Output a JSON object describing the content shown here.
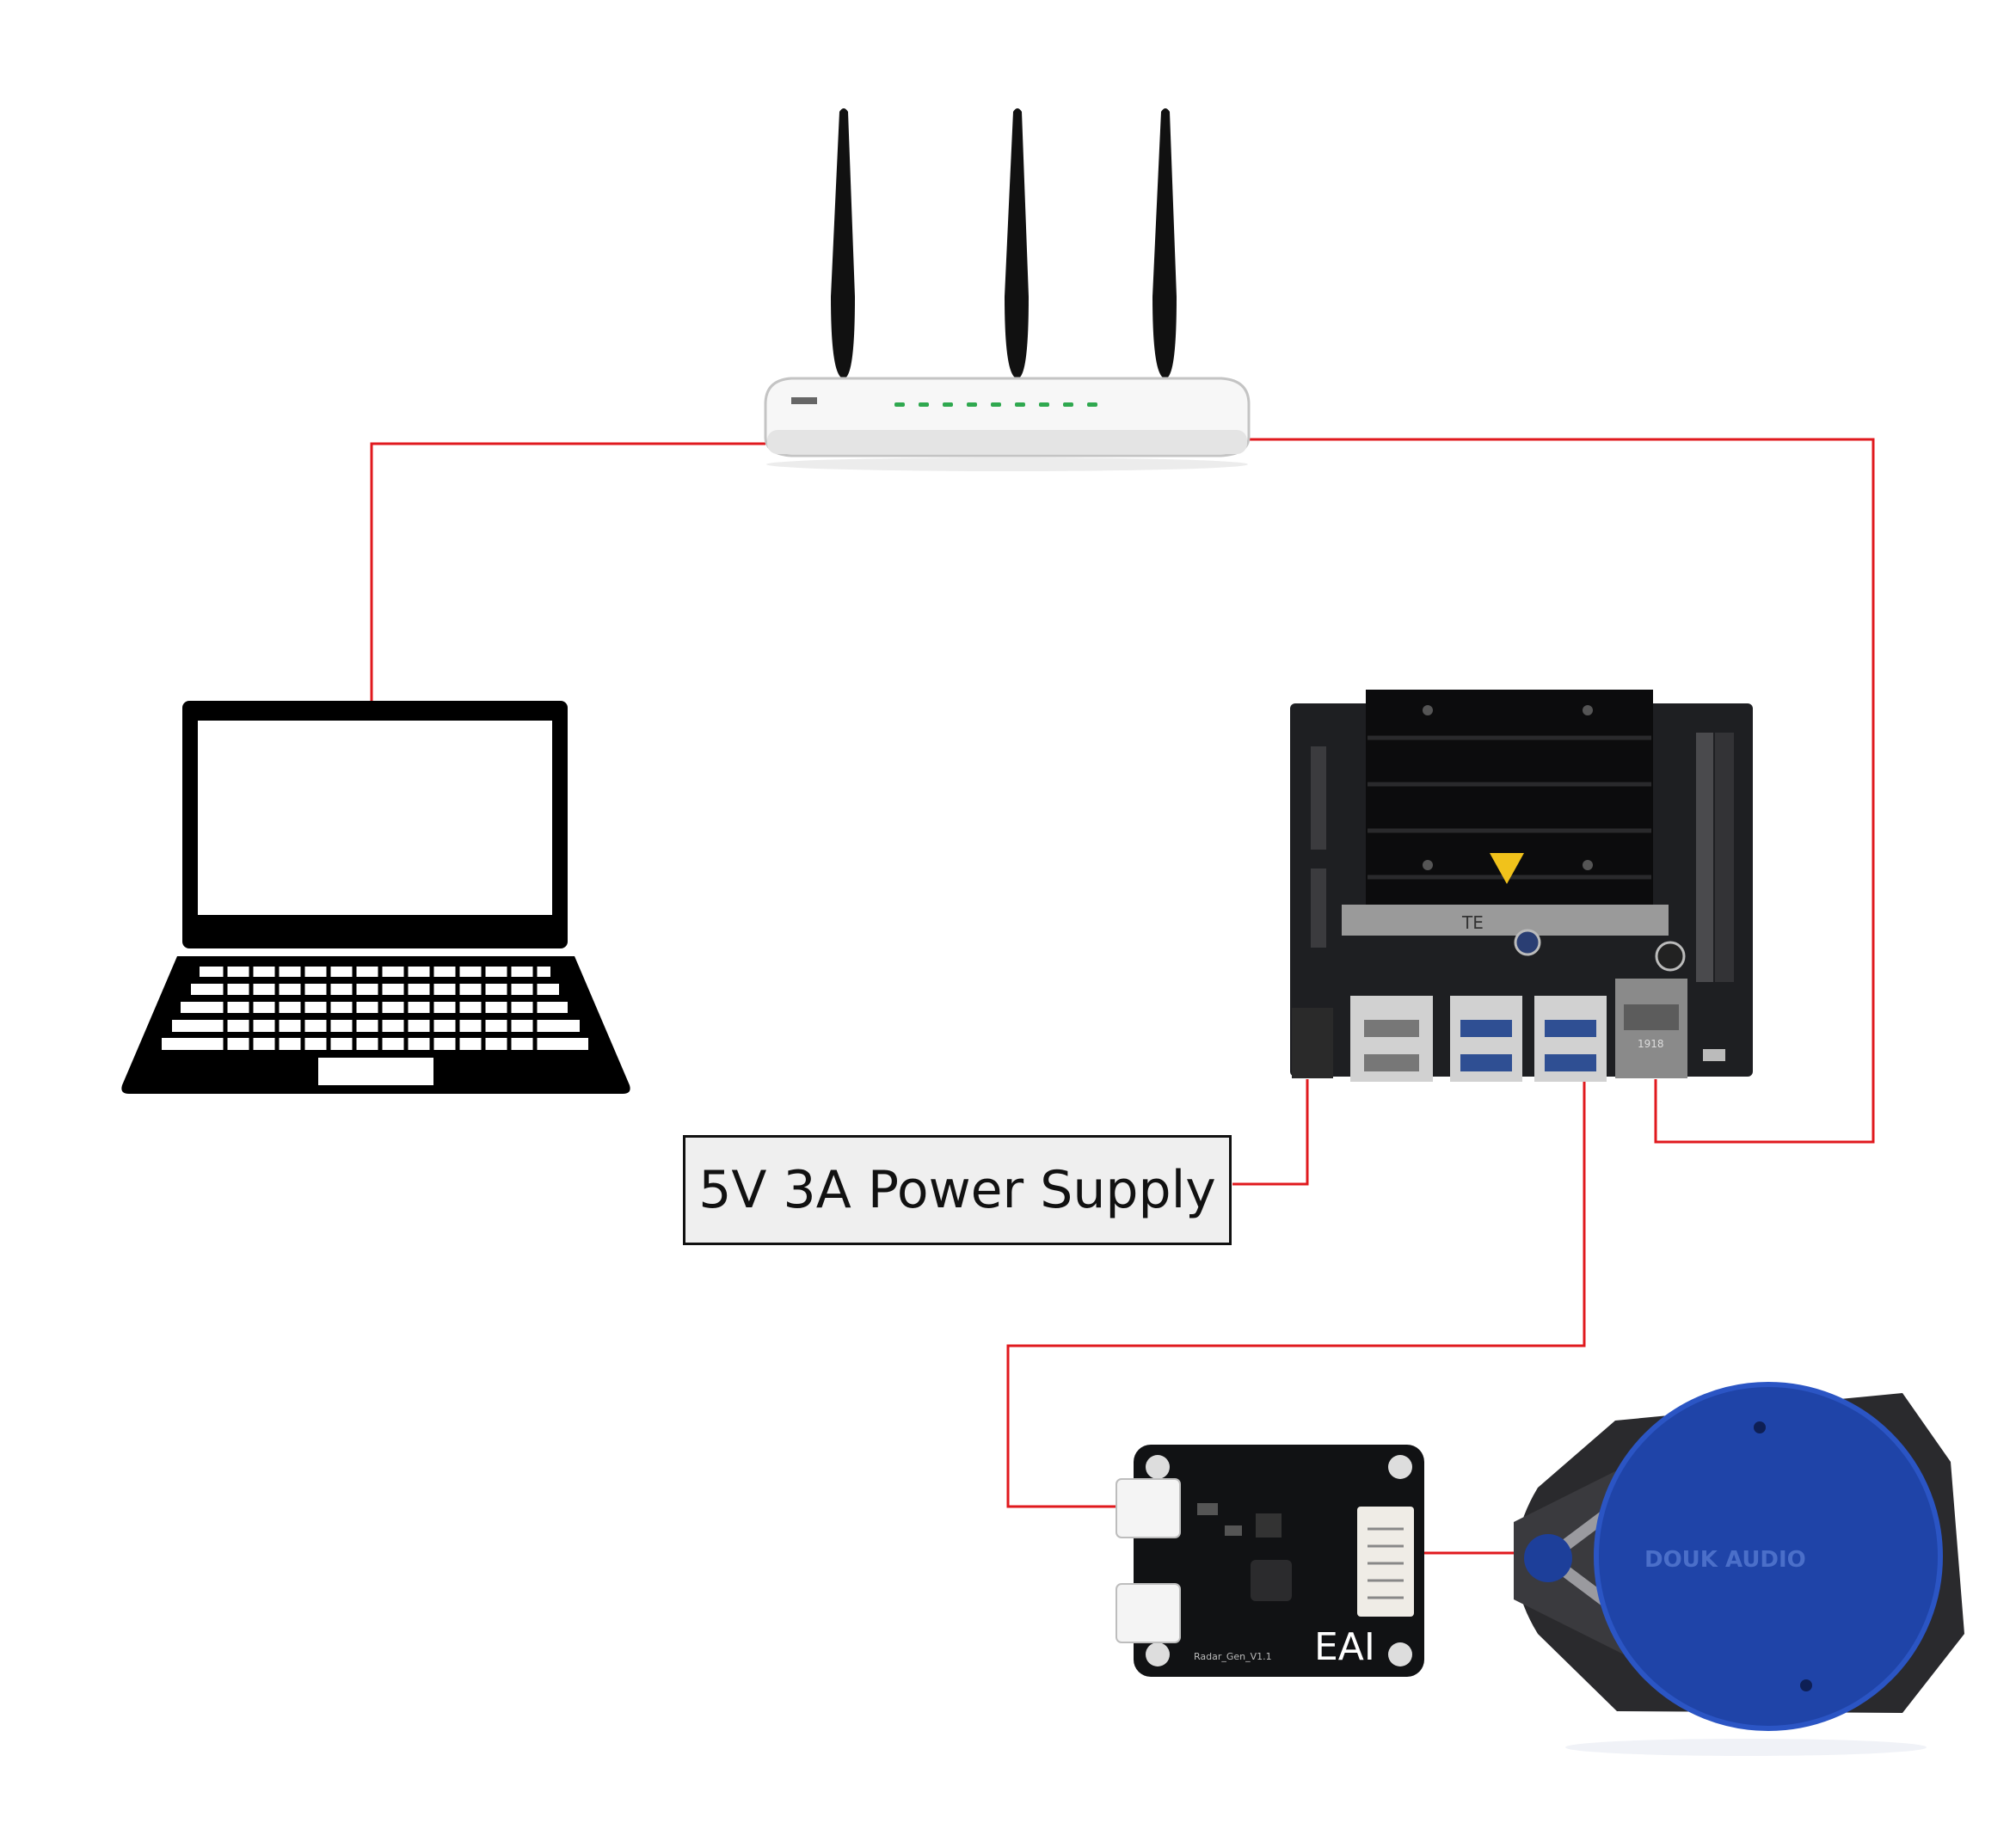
{
  "diagram": {
    "power_supply_label": "5V 3A Power Supply",
    "adapter_board_text": "EAI",
    "adapter_board_small_text": "Radar_Gen_V1.1",
    "lidar_brand_text": "DOUK AUDIO",
    "heatsink_brand_text": "TE",
    "ethernet_jack_text": "1918",
    "wire_color": "#e0191e"
  },
  "icons": {
    "router": "wifi-router-icon",
    "laptop": "laptop-icon",
    "board": "jetson-nano-board-icon",
    "adapter": "usb-adapter-board-icon",
    "lidar": "lidar-sensor-icon"
  }
}
